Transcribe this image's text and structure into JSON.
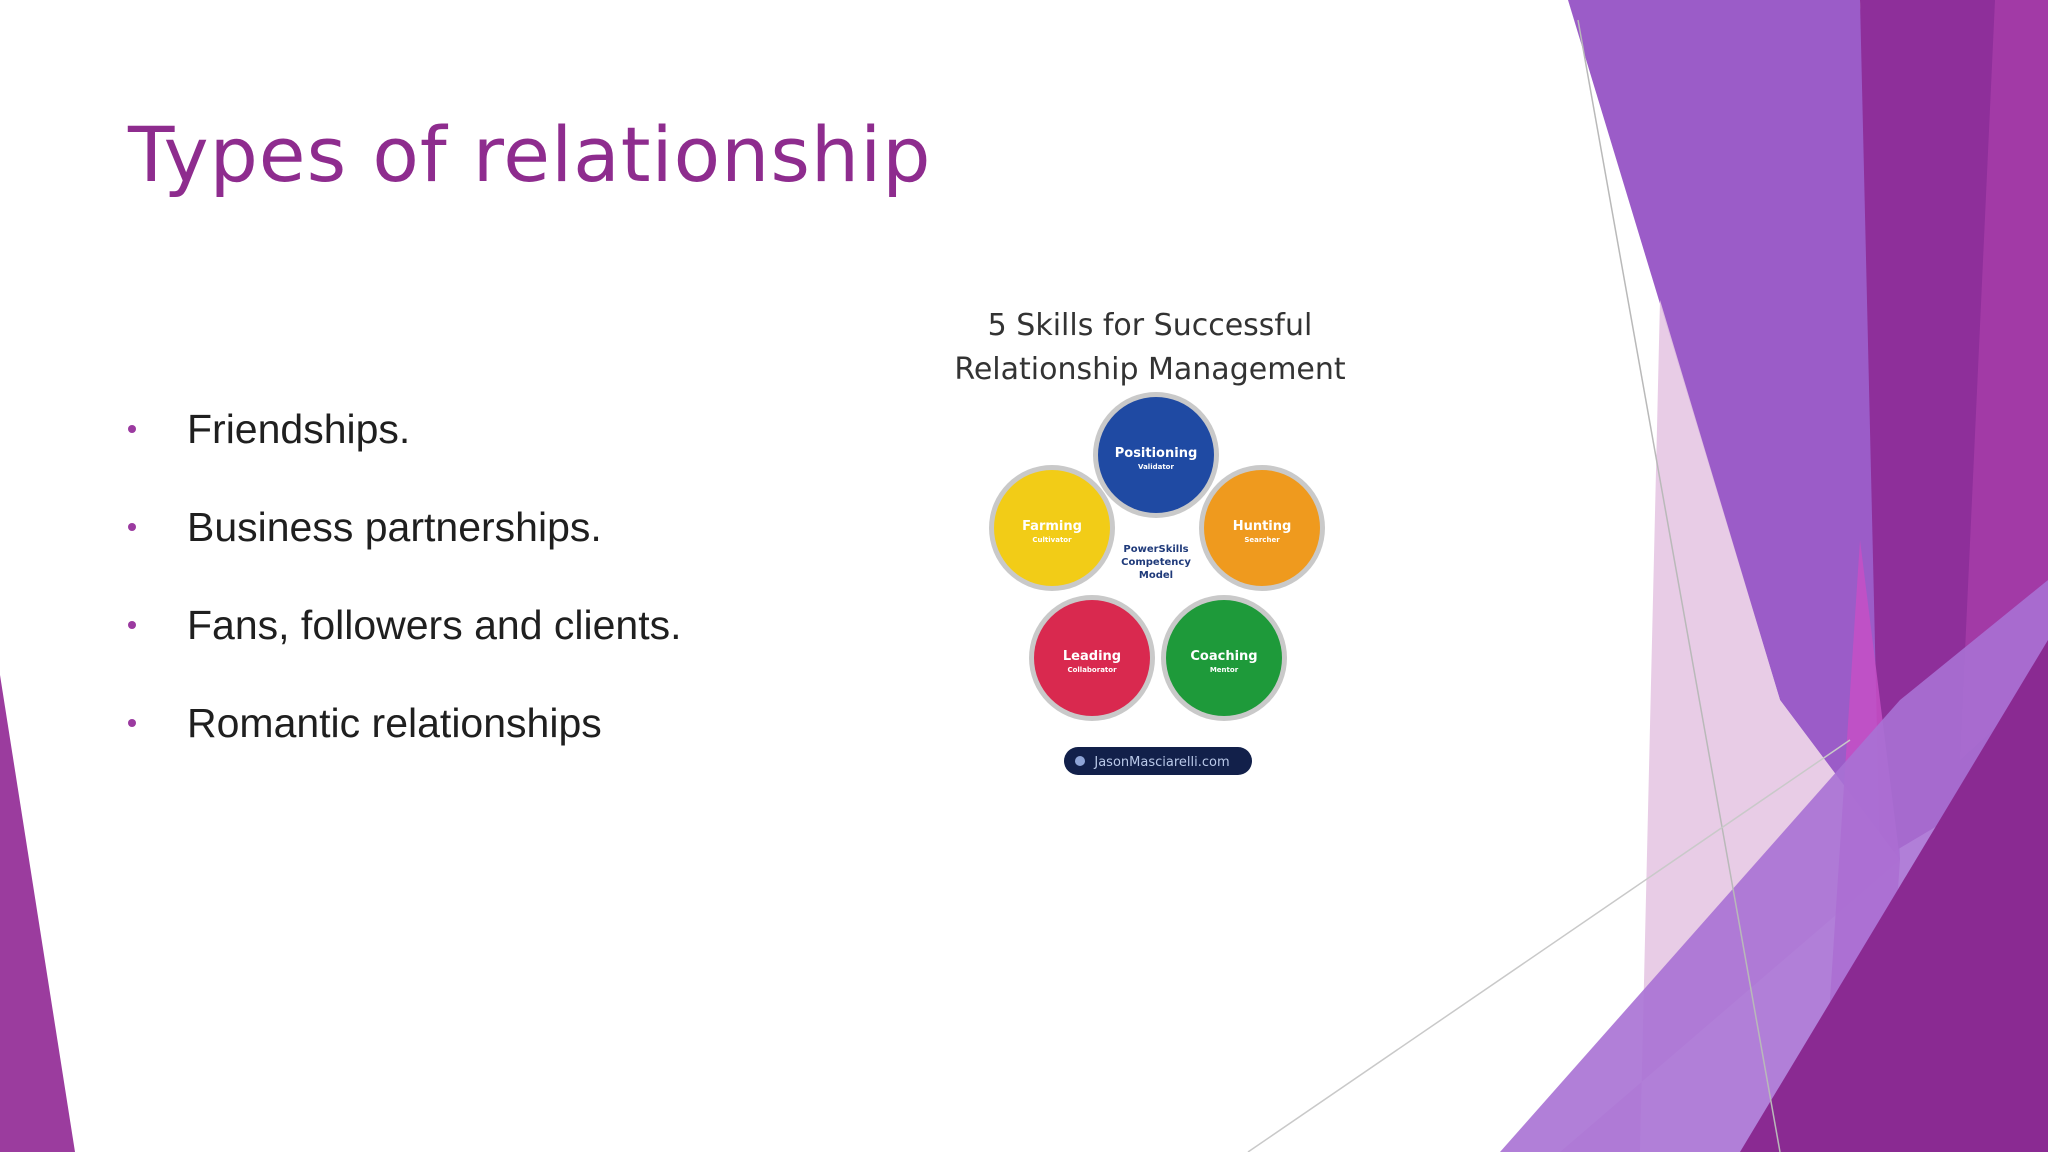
{
  "slide": {
    "title": "Types of relationship",
    "bullets": [
      "Friendships.",
      "Business partnerships.",
      "Fans, followers and clients.",
      "Romantic relationships"
    ]
  },
  "figure": {
    "title_line1": "5 Skills for Successful",
    "title_line2": "Relationship Management",
    "center_label": [
      "PowerSkills",
      "Competency",
      "Model"
    ],
    "skills": [
      {
        "name": "Positioning",
        "sub": "Validator",
        "color": "#1f4aa3"
      },
      {
        "name": "Hunting",
        "sub": "Searcher",
        "color": "#ef9a1e"
      },
      {
        "name": "Coaching",
        "sub": "Mentor",
        "color": "#1e9a3a"
      },
      {
        "name": "Leading",
        "sub": "Collaborator",
        "color": "#d9294f"
      },
      {
        "name": "Farming",
        "sub": "Cultivator",
        "color": "#f2cc17"
      }
    ],
    "badge": "JasonMasciarelli.com"
  },
  "colors": {
    "title": "#8e2c8e",
    "bullet": "#9b3aa0",
    "accent_purple": "#8e3aa6",
    "accent_violet": "#9b5cc8",
    "accent_light": "#dcb9dc"
  }
}
